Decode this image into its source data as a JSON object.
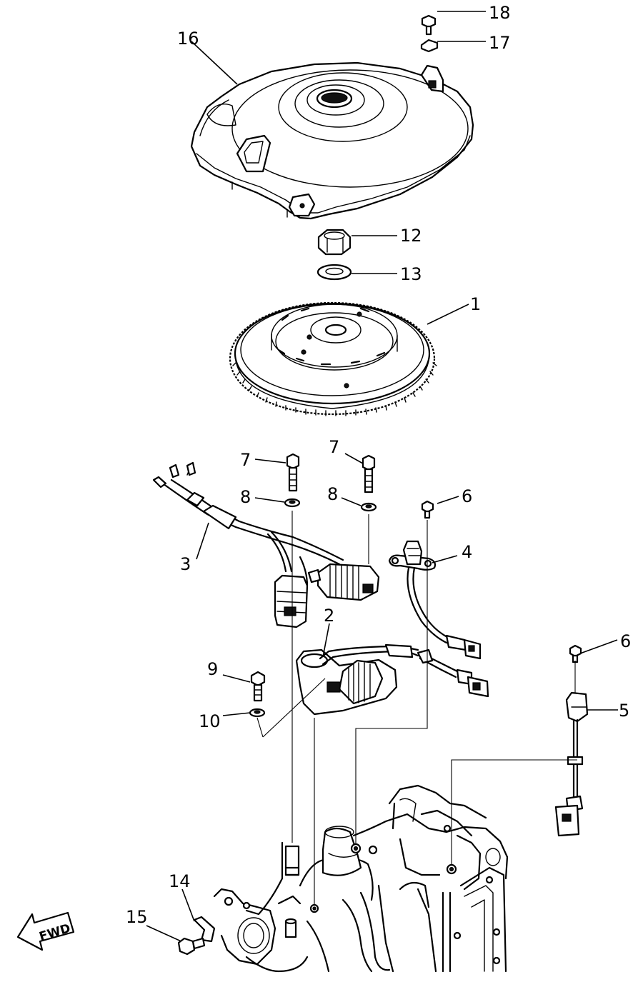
{
  "labels": {
    "p1": "1",
    "p2": "2",
    "p3": "3",
    "p4": "4",
    "p5": "5",
    "p6a": "6",
    "p6b": "6",
    "p7a": "7",
    "p7b": "7",
    "p8a": "8",
    "p8b": "8",
    "p9": "9",
    "p10": "10",
    "p12": "12",
    "p13": "13",
    "p14": "14",
    "p15": "15",
    "p16": "16",
    "p17": "17",
    "p18": "18"
  },
  "direction_marker": "FWD"
}
